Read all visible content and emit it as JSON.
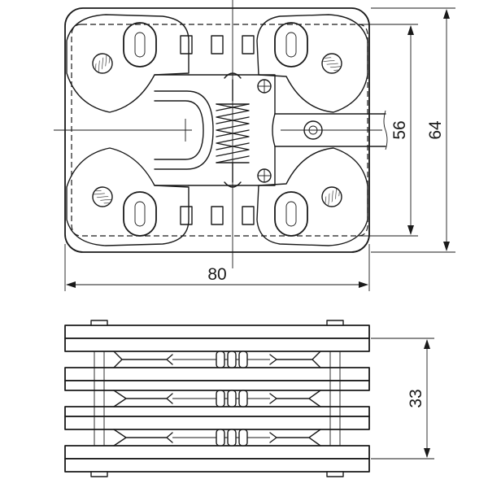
{
  "dimensions": {
    "width_label": "80",
    "height_outer_label": "64",
    "height_inner_label": "56",
    "side_height_label": "33"
  },
  "colors": {
    "line": "#1a1a1a",
    "background": "#ffffff"
  }
}
